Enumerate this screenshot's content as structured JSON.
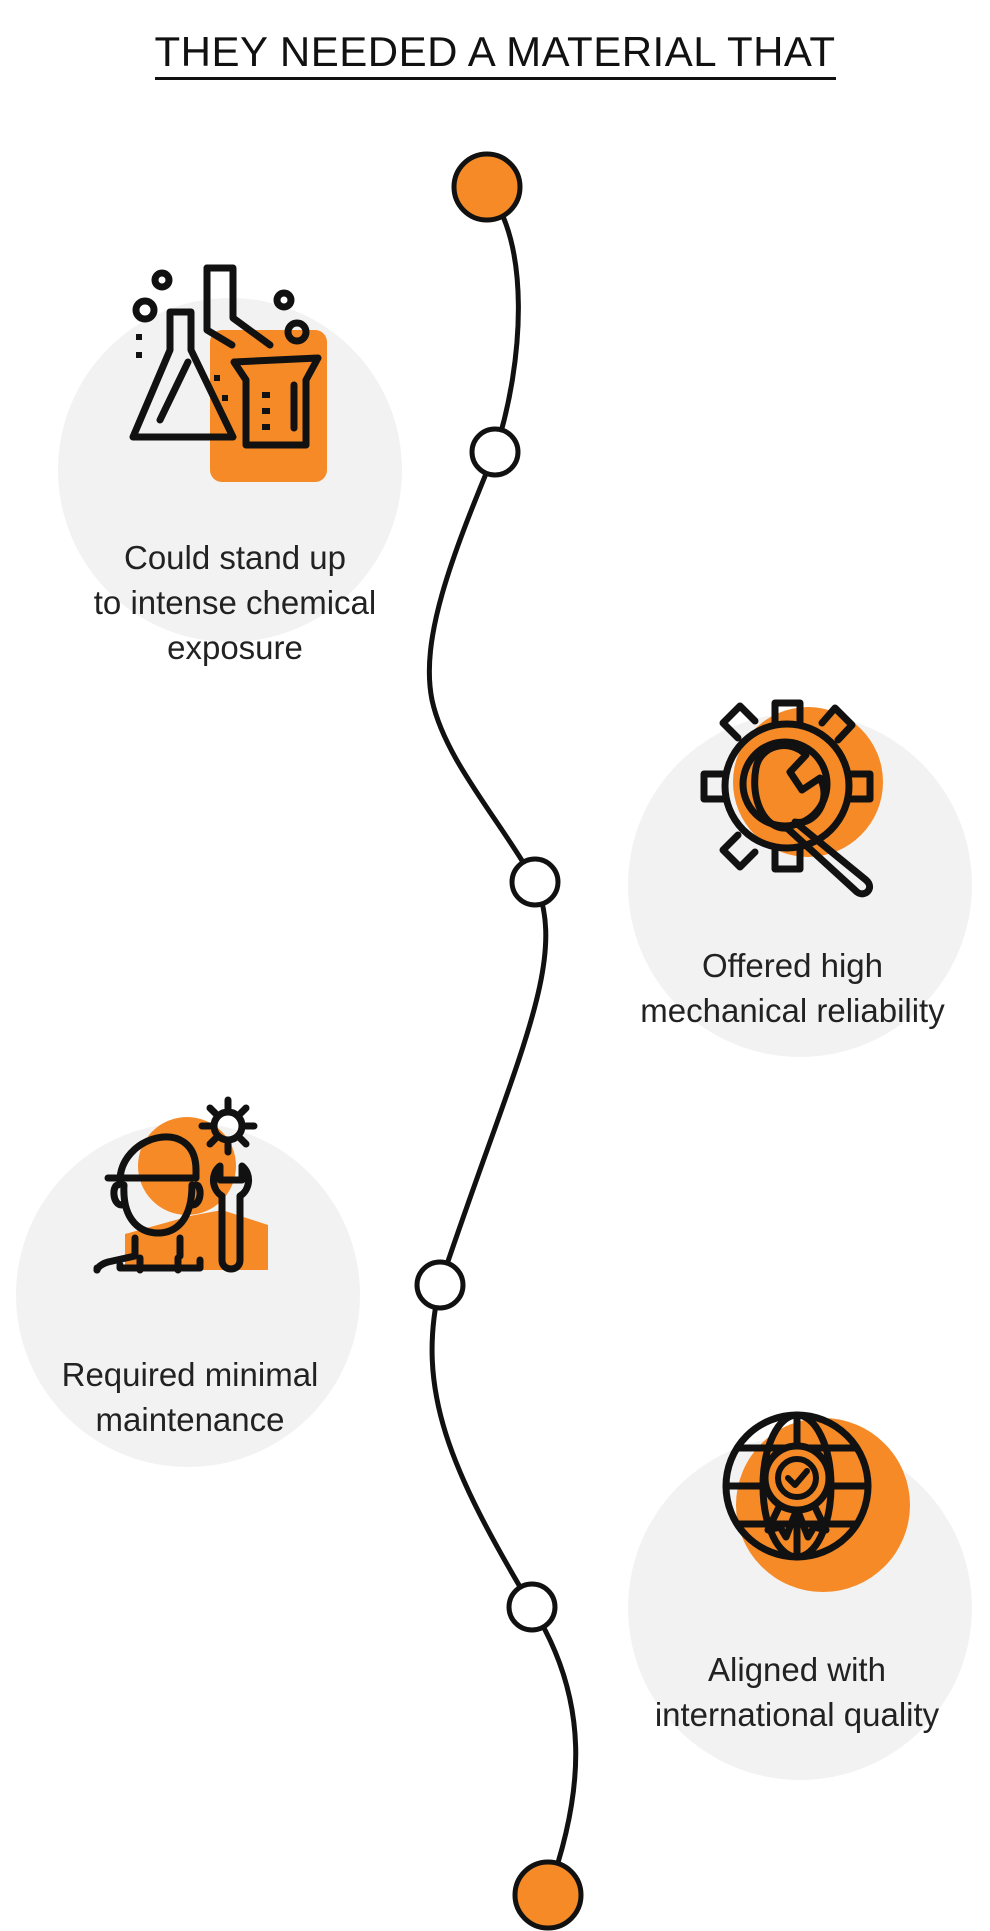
{
  "title": "THEY NEEDED A MATERIAL THAT",
  "colors": {
    "accent": "#F58A26",
    "circle_bg": "#F2F2F2",
    "line": "#111111"
  },
  "items": [
    {
      "icon": "chemistry-flasks-icon",
      "lines": [
        "Could stand up",
        "to intense chemical",
        "exposure"
      ]
    },
    {
      "icon": "gear-wrench-icon",
      "lines": [
        "Offered high",
        "mechanical reliability"
      ]
    },
    {
      "icon": "technician-icon",
      "lines": [
        "Required minimal",
        "maintenance"
      ]
    },
    {
      "icon": "globe-quality-badge-icon",
      "lines": [
        "Aligned with",
        "international quality"
      ]
    }
  ]
}
